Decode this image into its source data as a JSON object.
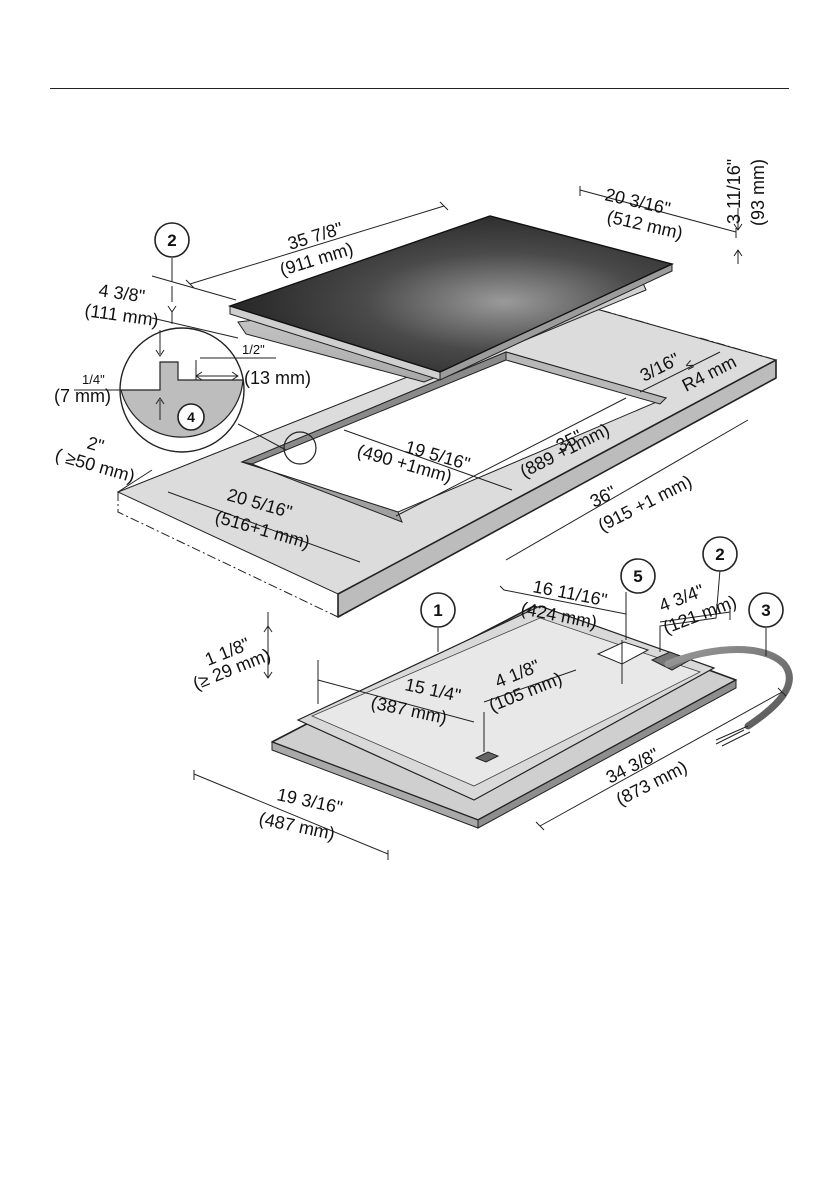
{
  "callouts": {
    "c1": "1",
    "c2a": "2",
    "c2b": "2",
    "c3": "3",
    "c4": "4",
    "c5": "5"
  },
  "dims": {
    "cooktop_width_in": "35  7/8\"",
    "cooktop_width_mm": "(911 mm)",
    "cooktop_depth_in": "20  3/16\"",
    "cooktop_depth_mm": "(512 mm)",
    "height_in": "3 11/16\"",
    "height_mm": "(93 mm)",
    "edge_in": "4 3/8\"",
    "edge_mm": "(111 mm)",
    "detail_half_in": "1/2\"",
    "detail_half_mm": "(13 mm)",
    "detail_quarter_in": "1/4\"",
    "detail_quarter_mm": "(7 mm)",
    "radius_in": "3/16\"",
    "radius_le": "≤",
    "radius_mm": "R4 mm",
    "cutout_width_in": "35\"",
    "cutout_width_mm": "(889 +1mm)",
    "cutout_inner_in": "19 5/16\"",
    "cutout_inner_mm": "(490 +1mm)",
    "front_margin_in": "2\"",
    "front_margin_mm": "( ≥50 mm)",
    "cutout_depth_in": "20 5/16\"",
    "cutout_depth_mm": "(516+1 mm)",
    "counter_width_in": "36\"",
    "counter_width_mm": "(915 +1 mm)",
    "thickness_in": "1 1/8\"",
    "thickness_mm": "(≥ 29 mm)",
    "box_offset_in": "16 11/16\"",
    "box_offset_mm": "(424 mm)",
    "cable_offset_in": "4  3/4\"",
    "cable_offset_mm": "(121 mm)",
    "under_half_in": "15 1/4\"",
    "under_half_mm": "(387 mm)",
    "under_small_in": "4 1/8\"",
    "under_small_mm": "(105 mm)",
    "under_depth_in": "19 3/16\"",
    "under_depth_mm": "(487 mm)",
    "under_width_in": "34 3/8\"",
    "under_width_mm": "(873 mm)"
  }
}
